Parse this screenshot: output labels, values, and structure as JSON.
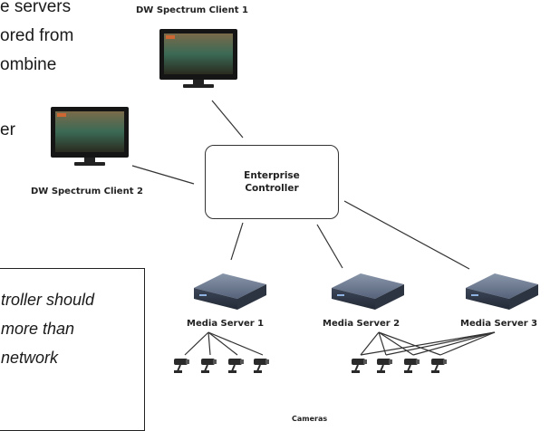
{
  "paragraph_fragments": [
    "e servers",
    "ored from",
    "ombine",
    "er"
  ],
  "note_fragments": [
    "troller should",
    "more than",
    "network"
  ],
  "clients": [
    {
      "label": "DW Spectrum Client 1"
    },
    {
      "label": "DW Spectrum Client 2"
    }
  ],
  "controller": {
    "label": "Enterprise\nController"
  },
  "servers": [
    {
      "label": "Media Server 1"
    },
    {
      "label": "Media Server 2"
    },
    {
      "label": "Media Server 3"
    }
  ],
  "cameras_label": "Cameras",
  "colors": {
    "monitor_frame": "#151515",
    "server_body": "#3f4a5c",
    "server_top": "#6f7d92",
    "line": "#333333"
  }
}
